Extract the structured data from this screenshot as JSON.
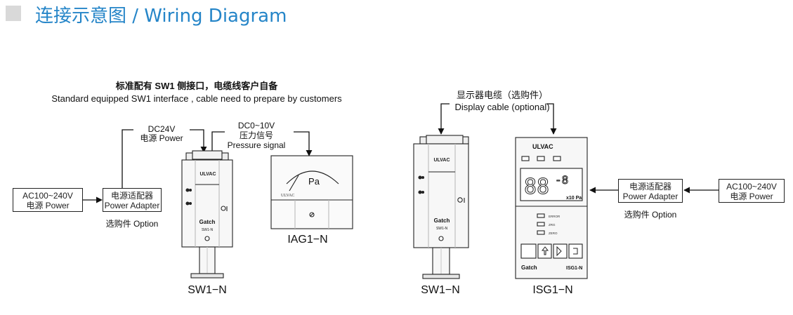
{
  "header": {
    "title": "连接示意图 / Wiring Diagram"
  },
  "notes": {
    "std_cn": "标准配有 SW1 侧接口，电缆线客户自备",
    "std_en": "Standard equipped SW1 interface , cable need to prepare by customers",
    "disp_cn": "显示器电缆（选购件）",
    "disp_en": "Display cable (optional)"
  },
  "left": {
    "ac_cn": "AC100~240V",
    "ac_en": "电源 Power",
    "adapter_cn": "电源适配器",
    "adapter_en": "Power Adapter",
    "option": "选购件 Option",
    "dc_cn": "DC24V",
    "dc_en": "电源 Power",
    "sig_1": "DC0~10V",
    "sig_2": "压力信号",
    "sig_3": "Pressure signal",
    "sw1_caption": "SW1−N",
    "iag_caption": "IAG1−N"
  },
  "right": {
    "adapter_cn": "电源适配器",
    "adapter_en": "Power Adapter",
    "option": "选购件 Option",
    "ac_cn": "AC100~240V",
    "ac_en": "电源 Power",
    "sw1_caption": "SW1−N",
    "isg_caption": "ISG1−N"
  },
  "device": {
    "sw1_brand": "ULVAC",
    "sw1_logo": "Gatch",
    "sw1_model": "SW1-N",
    "meter_unit": "Pa",
    "meter_brand": "ULVAC",
    "isg_brand": "ULVAC",
    "isg_unit": "x10 Pa",
    "isg_led1": "ERROR",
    "isg_led2": "ZRG",
    "isg_led3": "ZERO",
    "isg_logo": "Gatch",
    "isg_model": "ISG1-N"
  }
}
